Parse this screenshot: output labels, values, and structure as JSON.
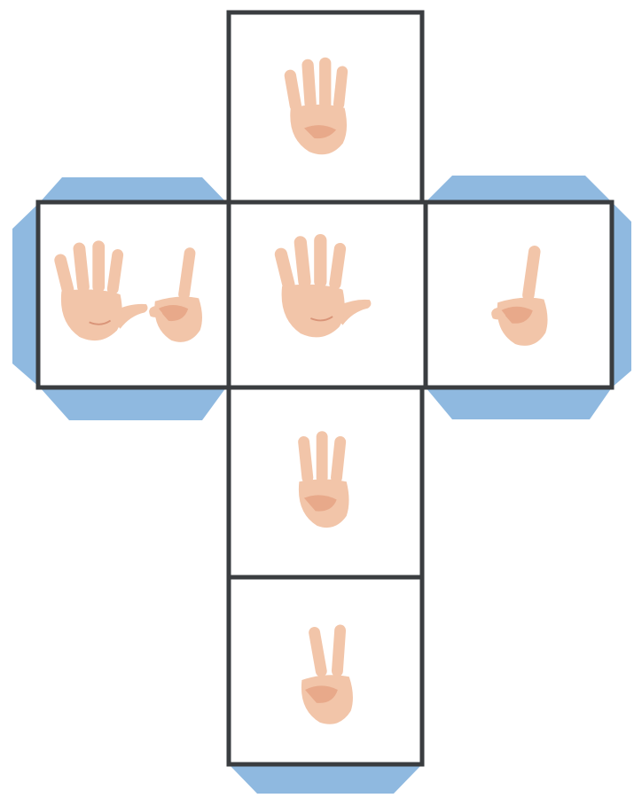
{
  "colors": {
    "face_border": "#3a3d40",
    "glue_tab": "#8fb9e0",
    "background": "#ffffff",
    "skin": "#f2c5a9",
    "skin_shade": "#e8a98a",
    "skin_dark": "#d99478"
  },
  "faces": [
    {
      "name": "face-top",
      "fingers": 4,
      "icon": "four-fingers-hand-icon"
    },
    {
      "name": "face-left",
      "fingers": 6,
      "icon": "five-fingers-and-one-finger-hands-icon"
    },
    {
      "name": "face-center",
      "fingers": 5,
      "icon": "five-fingers-hand-icon"
    },
    {
      "name": "face-right",
      "fingers": 1,
      "icon": "one-finger-hand-icon"
    },
    {
      "name": "face-lower",
      "fingers": 3,
      "icon": "three-fingers-hand-icon"
    },
    {
      "name": "face-bottom",
      "fingers": 2,
      "icon": "two-fingers-hand-icon"
    }
  ],
  "glue_tabs": [
    "glue-tab-left-top",
    "glue-tab-left-side",
    "glue-tab-left-bottom",
    "glue-tab-right-top",
    "glue-tab-right-bottom",
    "glue-tab-bottom"
  ]
}
